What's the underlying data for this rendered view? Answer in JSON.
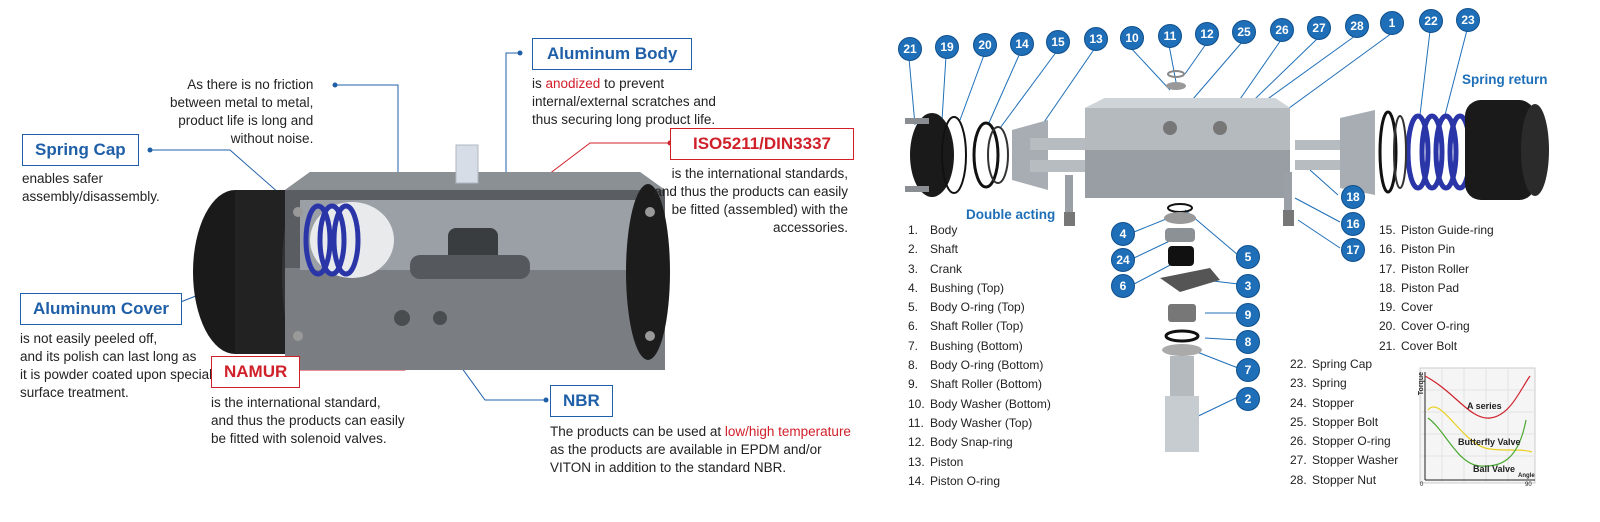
{
  "left": {
    "friction_note": "As there is no friction\nbetween metal to metal,\nproduct life is long and\nwithout noise.",
    "spring_cap": {
      "title": "Spring Cap",
      "desc": "enables safer\nassembly/disassembly."
    },
    "aluminum_body": {
      "title": "Aluminum Body",
      "desc_pre": "is ",
      "desc_red": "anodized",
      "desc_post": " to prevent\ninternal/external scratches and\nthus securing long product life."
    },
    "iso": {
      "title": "ISO5211/DIN3337",
      "desc": "is the international standards,\nand thus the products can easily\nbe fitted (assembled) with the\naccessories."
    },
    "aluminum_cover": {
      "title": "Aluminum Cover",
      "desc": "is not easily peeled off,\nand its polish can last long as\nit is powder coated upon special\nsurface treatment."
    },
    "namur": {
      "title": "NAMUR",
      "desc": "is the international standard,\nand thus the products can easily\nbe fitted with solenoid valves."
    },
    "nbr": {
      "title": "NBR",
      "desc_pre": "The products can be used at ",
      "desc_red": "low/high temperature",
      "desc_post": "\nas the products are available in EPDM and/or\nVITON in addition to the standard NBR."
    }
  },
  "right": {
    "double_acting": "Double acting",
    "spring_return": "Spring return",
    "parts_col1": [
      {
        "n": "1.",
        "name": "Body"
      },
      {
        "n": "2.",
        "name": "Shaft"
      },
      {
        "n": "3.",
        "name": "Crank"
      },
      {
        "n": "4.",
        "name": "Bushing (Top)"
      },
      {
        "n": "5.",
        "name": "Body O-ring (Top)"
      },
      {
        "n": "6.",
        "name": "Shaft Roller (Top)"
      },
      {
        "n": "7.",
        "name": "Bushing (Bottom)"
      },
      {
        "n": "8.",
        "name": "Body O-ring (Bottom)"
      },
      {
        "n": "9.",
        "name": "Shaft Roller (Bottom)"
      },
      {
        "n": "10.",
        "name": "Body Washer (Bottom)"
      },
      {
        "n": "11.",
        "name": "Body Washer (Top)"
      },
      {
        "n": "12.",
        "name": "Body Snap-ring"
      },
      {
        "n": "13.",
        "name": "Piston"
      },
      {
        "n": "14.",
        "name": "Piston O-ring"
      }
    ],
    "parts_col2": [
      {
        "n": "15.",
        "name": "Piston Guide-ring"
      },
      {
        "n": "16.",
        "name": "Piston Pin"
      },
      {
        "n": "17.",
        "name": "Piston Roller"
      },
      {
        "n": "18.",
        "name": "Piston Pad"
      },
      {
        "n": "19.",
        "name": "Cover"
      },
      {
        "n": "20.",
        "name": "Cover O-ring"
      },
      {
        "n": "21.",
        "name": "Cover Bolt"
      }
    ],
    "parts_col3": [
      {
        "n": "22.",
        "name": "Spring Cap"
      },
      {
        "n": "23.",
        "name": "Spring"
      },
      {
        "n": "24.",
        "name": "Stopper"
      },
      {
        "n": "25.",
        "name": "Stopper Bolt"
      },
      {
        "n": "26.",
        "name": "Stopper O-ring"
      },
      {
        "n": "27.",
        "name": "Stopper Washer"
      },
      {
        "n": "28.",
        "name": "Stopper Nut"
      }
    ],
    "callouts_top": [
      "21",
      "19",
      "20",
      "14",
      "15",
      "13",
      "10",
      "11",
      "12",
      "25",
      "26",
      "27",
      "28",
      "1",
      "22",
      "23"
    ],
    "callouts_mid": [
      "4",
      "24",
      "6",
      "5",
      "3",
      "9",
      "8",
      "7",
      "2",
      "18",
      "16",
      "17"
    ],
    "torque_chart": {
      "ylabel": "Torque",
      "xlabel": "Angle",
      "x_start": "0",
      "x_end": "90",
      "curves": [
        "A series",
        "Butterfly Valve",
        "Ball Valve"
      ],
      "colors": [
        "#d0202a",
        "#e8d020",
        "#4aa830"
      ]
    }
  }
}
